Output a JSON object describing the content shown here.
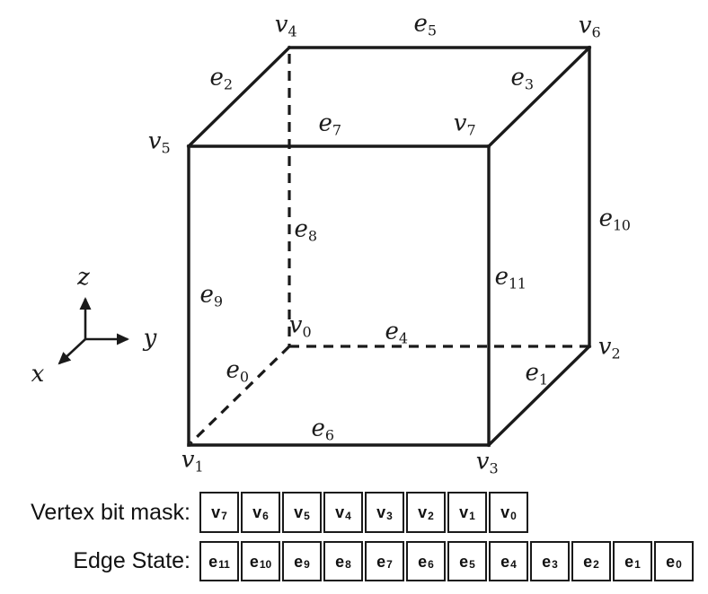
{
  "cube": {
    "vertex_labels": [
      {
        "base": "v",
        "sub": "0"
      },
      {
        "base": "v",
        "sub": "1"
      },
      {
        "base": "v",
        "sub": "2"
      },
      {
        "base": "v",
        "sub": "3"
      },
      {
        "base": "v",
        "sub": "4"
      },
      {
        "base": "v",
        "sub": "5"
      },
      {
        "base": "v",
        "sub": "6"
      },
      {
        "base": "v",
        "sub": "7"
      }
    ],
    "edge_labels": [
      {
        "base": "e",
        "sub": "0"
      },
      {
        "base": "e",
        "sub": "1"
      },
      {
        "base": "e",
        "sub": "2"
      },
      {
        "base": "e",
        "sub": "3"
      },
      {
        "base": "e",
        "sub": "4"
      },
      {
        "base": "e",
        "sub": "5"
      },
      {
        "base": "e",
        "sub": "6"
      },
      {
        "base": "e",
        "sub": "7"
      },
      {
        "base": "e",
        "sub": "8"
      },
      {
        "base": "e",
        "sub": "9"
      },
      {
        "base": "e",
        "sub": "10"
      },
      {
        "base": "e",
        "sub": "11"
      }
    ]
  },
  "axes": {
    "x_label": "x",
    "y_label": "y",
    "z_label": "z"
  },
  "bitmask": {
    "vertex_row_label": "Vertex bit mask:",
    "vertex_cells": [
      {
        "base": "v",
        "sub": "7"
      },
      {
        "base": "v",
        "sub": "6"
      },
      {
        "base": "v",
        "sub": "5"
      },
      {
        "base": "v",
        "sub": "4"
      },
      {
        "base": "v",
        "sub": "3"
      },
      {
        "base": "v",
        "sub": "2"
      },
      {
        "base": "v",
        "sub": "1"
      },
      {
        "base": "v",
        "sub": "0"
      }
    ],
    "edge_row_label": "Edge State:",
    "edge_cells": [
      {
        "base": "e",
        "sub": "11"
      },
      {
        "base": "e",
        "sub": "10"
      },
      {
        "base": "e",
        "sub": "9"
      },
      {
        "base": "e",
        "sub": "8"
      },
      {
        "base": "e",
        "sub": "7"
      },
      {
        "base": "e",
        "sub": "6"
      },
      {
        "base": "e",
        "sub": "5"
      },
      {
        "base": "e",
        "sub": "4"
      },
      {
        "base": "e",
        "sub": "3"
      },
      {
        "base": "e",
        "sub": "2"
      },
      {
        "base": "e",
        "sub": "1"
      },
      {
        "base": "e",
        "sub": "0"
      }
    ]
  },
  "colors": {
    "ink": "#1a1a1a",
    "background": "#ffffff"
  }
}
